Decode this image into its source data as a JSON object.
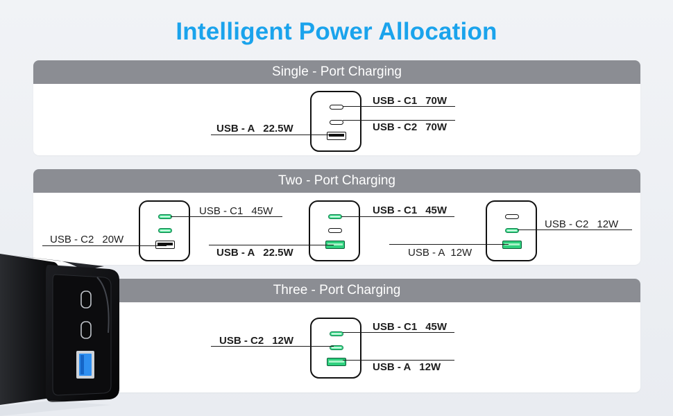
{
  "title": "Intelligent Power Allocation",
  "panels": {
    "single": {
      "header": "Single - Port Charging",
      "labels": {
        "c1_port": "USB - C1",
        "c1_watt": "70W",
        "c2_port": "USB - C2",
        "c2_watt": "70W",
        "a_port": "USB - A",
        "a_watt": "22.5W"
      }
    },
    "two": {
      "header": "Two - Port Charging",
      "left": {
        "c1_port": "USB - C1",
        "c1_watt": "45W",
        "c2_port": "USB - C2",
        "c2_watt": "20W"
      },
      "middle": {
        "c1_port": "USB - C1",
        "c1_watt": "45W",
        "a_port": "USB - A",
        "a_watt": "22.5W"
      },
      "right": {
        "c2_port": "USB - C2",
        "c2_watt": "12W",
        "a_port": "USB - A",
        "a_watt": "12W"
      }
    },
    "three": {
      "header": "Three - Port Charging",
      "labels": {
        "c1_port": "USB - C1",
        "c1_watt": "45W",
        "c2_port": "USB - C2",
        "c2_watt": "12W",
        "a_port": "USB - A",
        "a_watt": "12W"
      }
    }
  },
  "colors": {
    "title": "#1aa3ec",
    "header_bg": "#8b8d93",
    "active_port": "#2fd07e",
    "usb_a_blue_port": "#2f8ff0"
  }
}
